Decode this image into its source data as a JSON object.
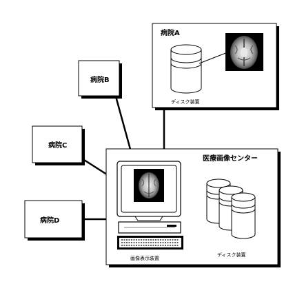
{
  "hospital_a": {
    "label": "病院A",
    "disk_label": "ディスク装置"
  },
  "hospital_b": {
    "label": "病院B"
  },
  "hospital_c": {
    "label": "病院C"
  },
  "hospital_d": {
    "label": "病院D"
  },
  "center": {
    "label": "医療画像センター",
    "display_label": "画像表示装置",
    "disk_label": "ディスク装置"
  },
  "icons": [
    "brain-mri-image-icon",
    "disk-storage-icon",
    "computer-workstation-icon",
    "keyboard-icon"
  ]
}
